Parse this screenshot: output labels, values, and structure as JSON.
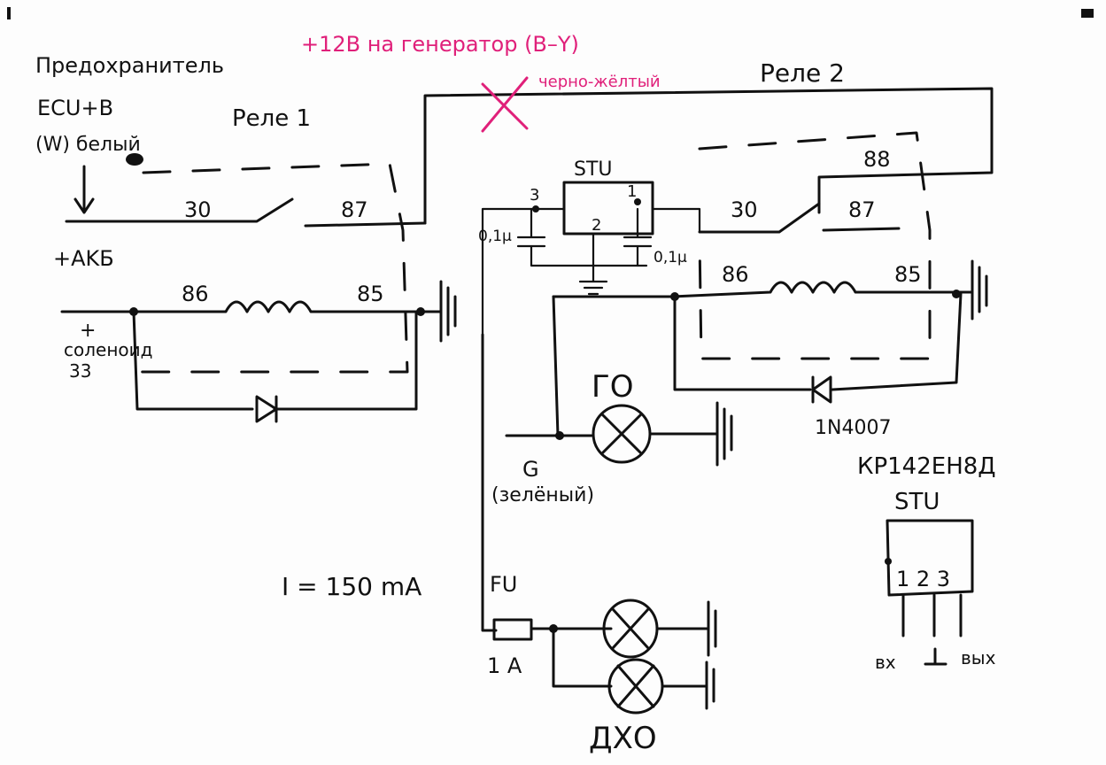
{
  "labels": {
    "fuse": "Предохранитель",
    "ecu_b": "ECU+B",
    "white_w": "(W) белый",
    "akb": "+AKБ",
    "solenoid_plus": "+",
    "solenoid": "соленоид",
    "solenoid_num": "33",
    "relay1": "Реле 1",
    "relay2": "Реле 2",
    "generator_note": "+12В на генератор (B–Y)",
    "black_yellow": "черно-жёлтый",
    "stu_top": "STU",
    "pin3": "3",
    "pin2": "2",
    "pin1": "1",
    "cap_left": "0,1µ",
    "cap_right": "0,1µ",
    "r1_30": "30",
    "r1_87": "87",
    "r1_86": "86",
    "r1_85": "85",
    "r2_88": "88",
    "r2_30": "30",
    "r2_87": "87",
    "r2_86": "86",
    "r2_85": "85",
    "go": "ГО",
    "diode": "1N4007",
    "g_green_letter": "G",
    "g_green": "(зелёный)",
    "current": "I = 150 mA",
    "fu": "FU",
    "fu_rating": "1 A",
    "dho": "ДХО",
    "chip": "КР142ЕН8Д",
    "stu_bottom": "STU",
    "chip_pins": "1 2 3",
    "in": "вх",
    "out": "вых"
  }
}
